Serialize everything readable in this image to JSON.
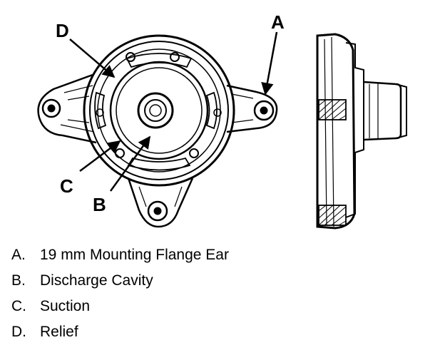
{
  "callouts": {
    "a": "A",
    "b": "B",
    "c": "C",
    "d": "D"
  },
  "legend": [
    {
      "key": "A.",
      "text": "19 mm Mounting Flange Ear"
    },
    {
      "key": "B.",
      "text": "Discharge Cavity"
    },
    {
      "key": "C.",
      "text": "Suction"
    },
    {
      "key": "D.",
      "text": "Relief"
    }
  ]
}
